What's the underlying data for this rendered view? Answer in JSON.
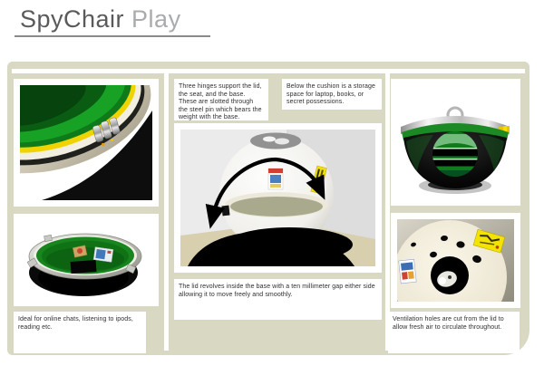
{
  "title": {
    "brand": "SpyChair",
    "variant": " Play"
  },
  "colors": {
    "board_beige": "#d9d8c3",
    "chair_green": "#15831f",
    "chair_yellow": "#f2d800",
    "title_dark": "#5a5a5d",
    "title_light": "#a9abae",
    "text": "#2f2f2f"
  },
  "annotations": {
    "hinges": "Three hinges support the lid, the seat, and the base. These are slotted through the steel pin which bears the weight with the base.",
    "storage": "Below the cushion is a storage space for laptop, books, or secret possessions.",
    "revolve": "The lid revolves inside the base with a ten millimeter gap either side allowing it to move freely and smoothly.",
    "usage": "Ideal for online chats, listening to ipods, reading etc.",
    "ventilation": "Ventilation holes are cut from the lid to allow fresh air to circulate throughout."
  }
}
